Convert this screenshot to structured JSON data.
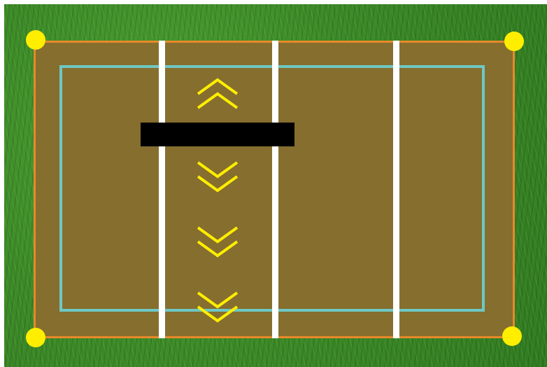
{
  "scene": {
    "type": "volleyball-court-top-view",
    "colors": {
      "grass": "#3f8f2a",
      "court_surface": "#866e2f",
      "court_boundary": "#e8892a",
      "inner_boundary": "#6ec8c4",
      "court_lines": "#ffffff",
      "corner_markers": "#ffee00",
      "arrows": "#ffee00",
      "bar": "#000000"
    },
    "corner_markers": [
      "corner-top-left",
      "corner-top-right",
      "corner-bottom-left",
      "corner-bottom-right"
    ],
    "white_lines": [
      "line-left",
      "line-center",
      "line-right"
    ],
    "chevrons": [
      {
        "direction": "up",
        "icon": "double-chevron-up-icon"
      },
      {
        "direction": "down",
        "icon": "double-chevron-down-icon"
      },
      {
        "direction": "down",
        "icon": "double-chevron-down-icon"
      },
      {
        "direction": "down",
        "icon": "double-chevron-down-icon"
      }
    ]
  }
}
